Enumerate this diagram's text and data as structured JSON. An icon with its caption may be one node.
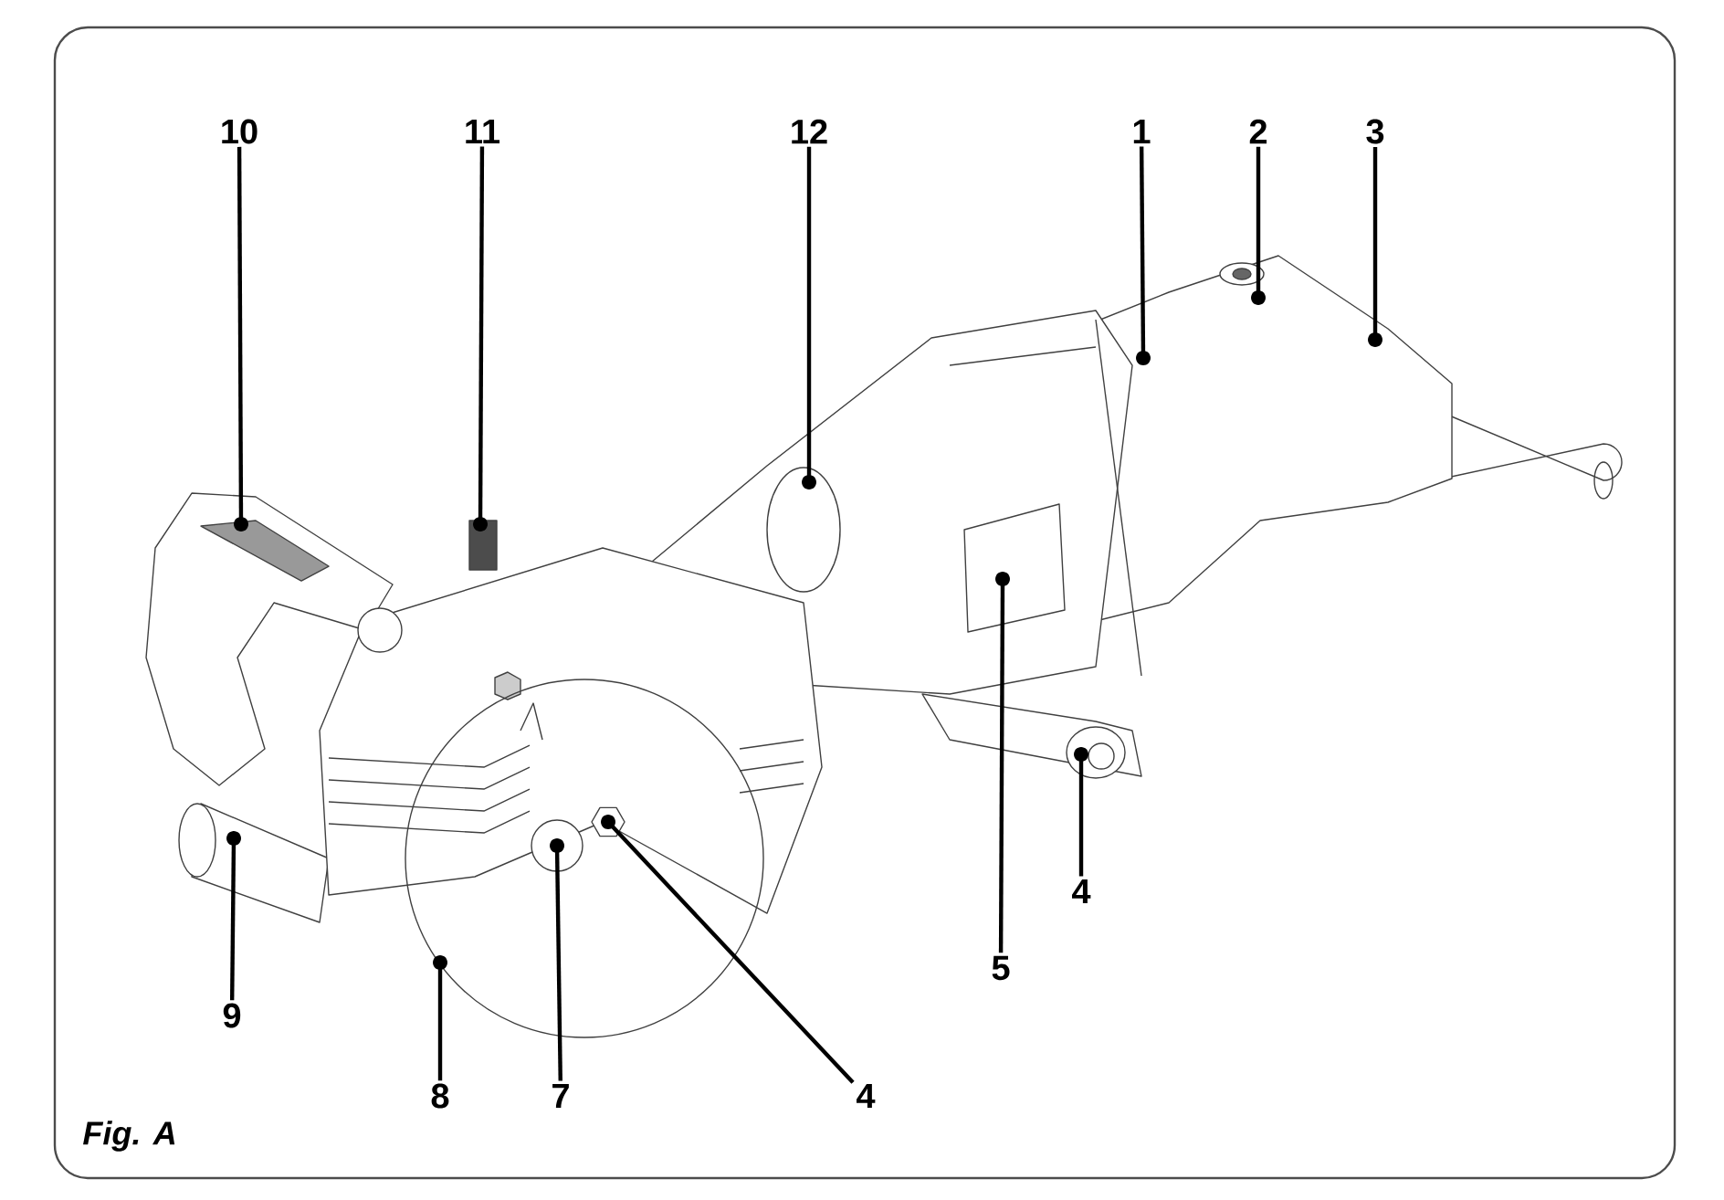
{
  "diagram": {
    "caption": "Fig. A",
    "nodes": [
      {
        "text": [
          "10"
        ]
      },
      {
        "text": [
          "11"
        ]
      },
      {
        "text": [
          "12"
        ]
      },
      {
        "text": [
          "1"
        ]
      },
      {
        "text": [
          "2"
        ]
      },
      {
        "text": [
          "3"
        ]
      },
      {
        "text": [
          "4"
        ]
      },
      {
        "text": [
          "5"
        ]
      },
      {
        "text": [
          "9"
        ]
      },
      {
        "text": [
          "8"
        ]
      },
      {
        "text": [
          "7"
        ]
      },
      {
        "text": [
          "4"
        ]
      }
    ],
    "edges": [
      {
        "from": 0,
        "to": null,
        "arrow": "other"
      },
      {
        "from": 1,
        "to": null,
        "arrow": "other"
      },
      {
        "from": 2,
        "to": null,
        "arrow": "other"
      },
      {
        "from": 3,
        "to": null,
        "arrow": "other"
      },
      {
        "from": 4,
        "to": null,
        "arrow": "other"
      },
      {
        "from": 5,
        "to": null,
        "arrow": "other"
      },
      {
        "from": 6,
        "to": null,
        "arrow": "other"
      },
      {
        "from": 7,
        "to": null,
        "arrow": "other"
      },
      {
        "from": 8,
        "to": null,
        "arrow": "other"
      },
      {
        "from": 9,
        "to": null,
        "arrow": "other"
      },
      {
        "from": 10,
        "to": null,
        "arrow": "other"
      },
      {
        "from": 11,
        "to": null,
        "arrow": "other"
      }
    ]
  }
}
